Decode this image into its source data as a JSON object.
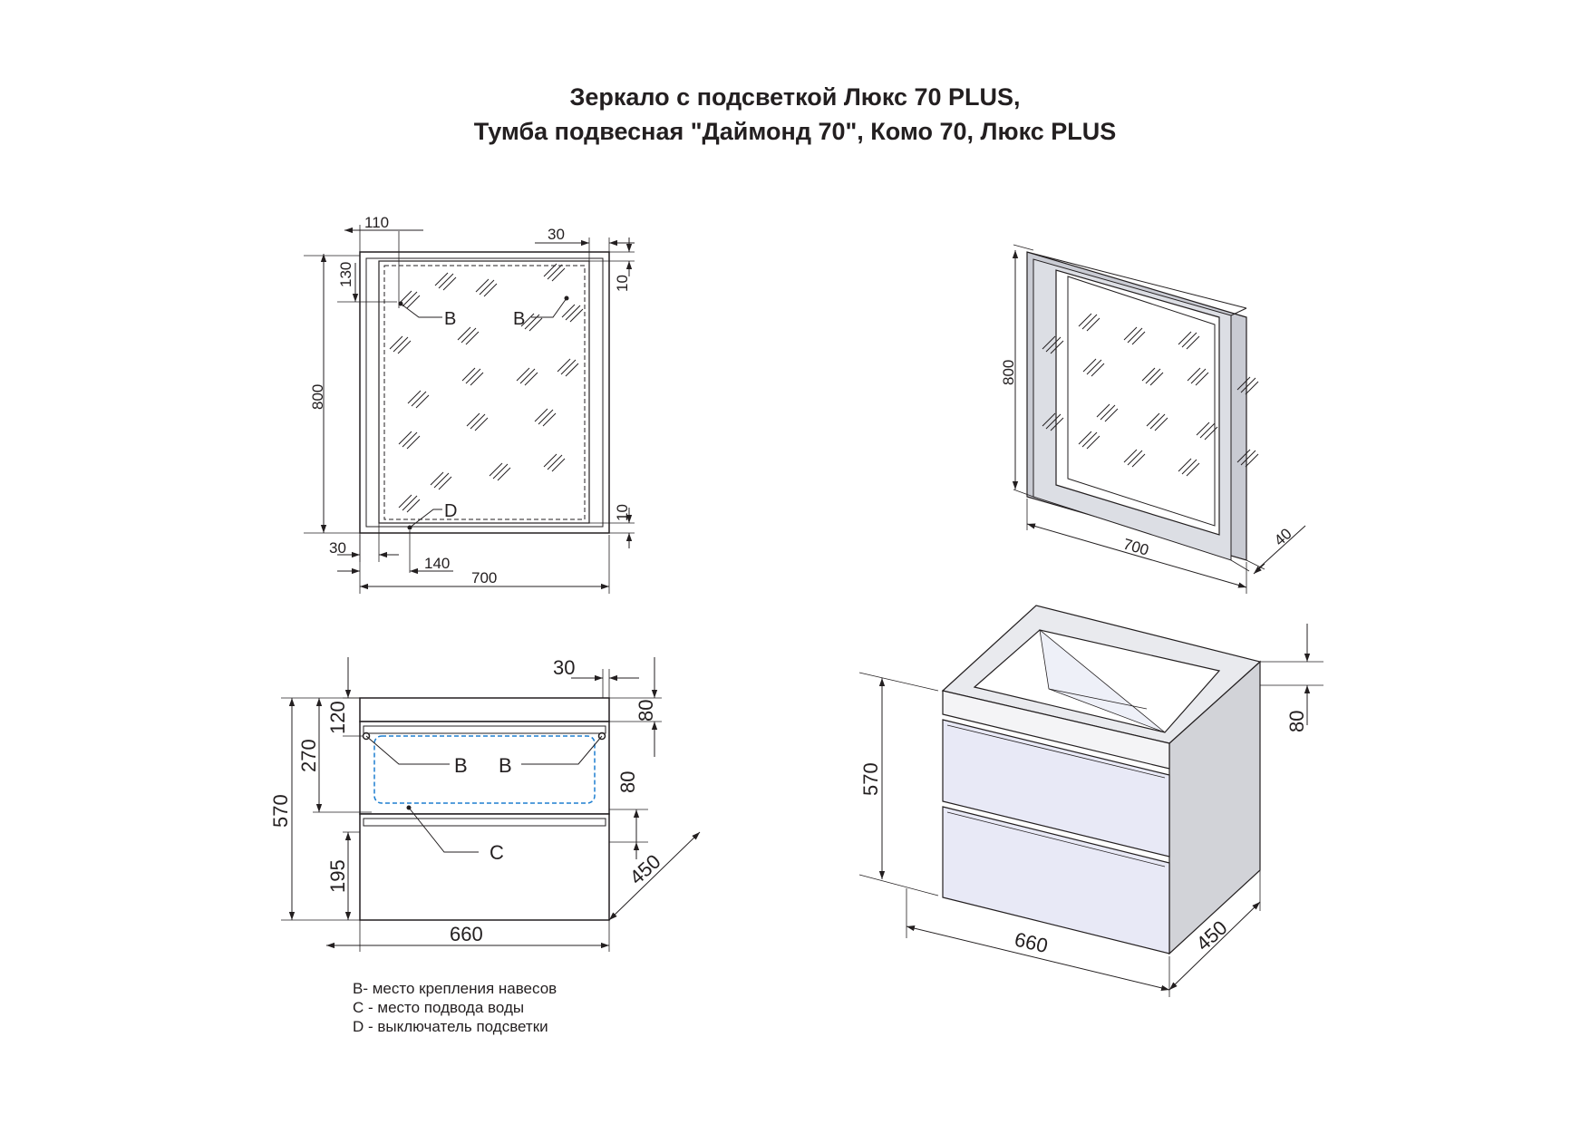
{
  "title": {
    "line1": "Зеркало с подсветкой Люкс 70 PLUS,",
    "line2": "Тумба подвесная \"Даймонд 70\", Комо 70, Люкс PLUS"
  },
  "mirror_front": {
    "dims": {
      "d110": "110",
      "d30_top": "30",
      "d130": "130",
      "d10_top": "10",
      "d800": "800",
      "d10_bottom": "10",
      "d30_bottom": "30",
      "d140": "140",
      "d700": "700"
    },
    "labels": {
      "b_left": "B",
      "b_right": "B",
      "d": "D"
    }
  },
  "mirror_iso": {
    "dims": {
      "d800": "800",
      "d700": "700",
      "d40": "40"
    }
  },
  "cabinet_front": {
    "dims": {
      "d30": "30",
      "d80_top": "80",
      "d120": "120",
      "d270": "270",
      "d570": "570",
      "d80_mid": "80",
      "d195": "195",
      "d450": "450",
      "d660": "660"
    },
    "labels": {
      "b_left": "B",
      "b_right": "B",
      "c": "C"
    }
  },
  "cabinet_iso": {
    "dims": {
      "d570": "570",
      "d80": "80",
      "d660": "660",
      "d450": "450"
    }
  },
  "legend": [
    "B- место крепления навесов",
    "C - место подвода воды",
    "D - выключатель подсветки"
  ]
}
